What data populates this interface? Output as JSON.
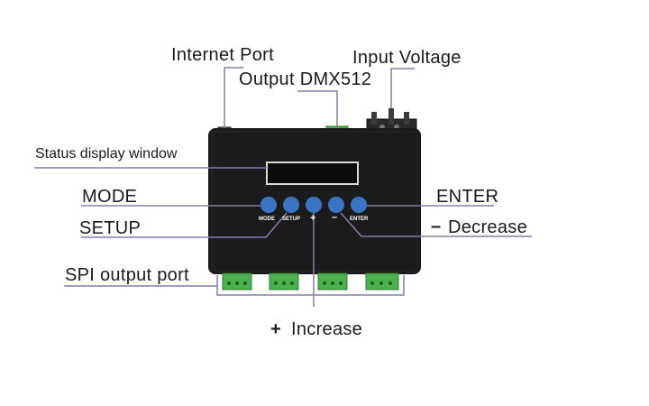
{
  "labels": {
    "internet_port": "Internet Port",
    "input_voltage": "Input Voltage",
    "output_dmx": "Output DMX512",
    "status_display": "Status display window",
    "mode": "MODE",
    "setup": "SETUP",
    "enter": "ENTER",
    "decrease": "Decrease",
    "decrease_sign": "–",
    "spi_output": "SPI output port",
    "increase": "Increase",
    "increase_sign": "+"
  },
  "buttons": {
    "mode": "MODE",
    "setup": "SETUP",
    "plus": "+",
    "minus": "–",
    "enter": "ENTER"
  },
  "colors": {
    "device_body": "#1b1b1b",
    "button_blue": "#3a75c4",
    "terminal_green": "#4caf50",
    "leader_line": "#8a7ba8"
  }
}
